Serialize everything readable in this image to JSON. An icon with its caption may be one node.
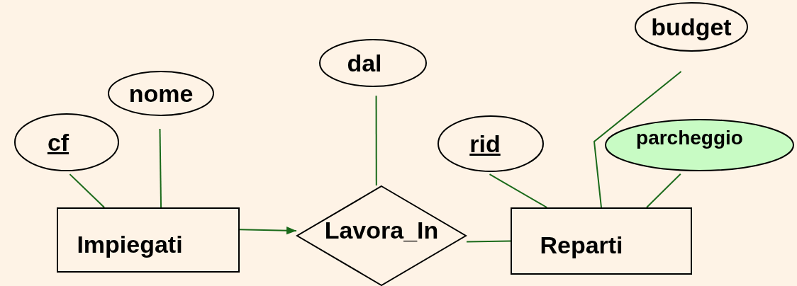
{
  "diagram": {
    "nodes": [
      {
        "text": [
          "cf"
        ]
      },
      {
        "text": [
          "nome"
        ]
      },
      {
        "text": [
          "Impiegati"
        ]
      },
      {
        "text": [
          "dal"
        ]
      },
      {
        "text": [
          "Lavora_In"
        ]
      },
      {
        "text": [
          "rid"
        ]
      },
      {
        "text": [
          "budget"
        ]
      },
      {
        "text": [
          "parcheggio"
        ]
      },
      {
        "text": [
          "Reparti"
        ]
      }
    ],
    "edges": [
      {
        "from": 0,
        "to": 2,
        "arrow": "none"
      },
      {
        "from": 1,
        "to": 2,
        "arrow": "none"
      },
      {
        "from": 2,
        "to": 4,
        "arrow": "to"
      },
      {
        "from": 3,
        "to": 4,
        "arrow": "none"
      },
      {
        "from": 4,
        "to": 8,
        "arrow": "none"
      },
      {
        "from": 5,
        "to": 8,
        "arrow": "none"
      },
      {
        "from": 6,
        "to": 8,
        "arrow": "none"
      },
      {
        "from": 7,
        "to": 8,
        "arrow": "none"
      }
    ]
  }
}
